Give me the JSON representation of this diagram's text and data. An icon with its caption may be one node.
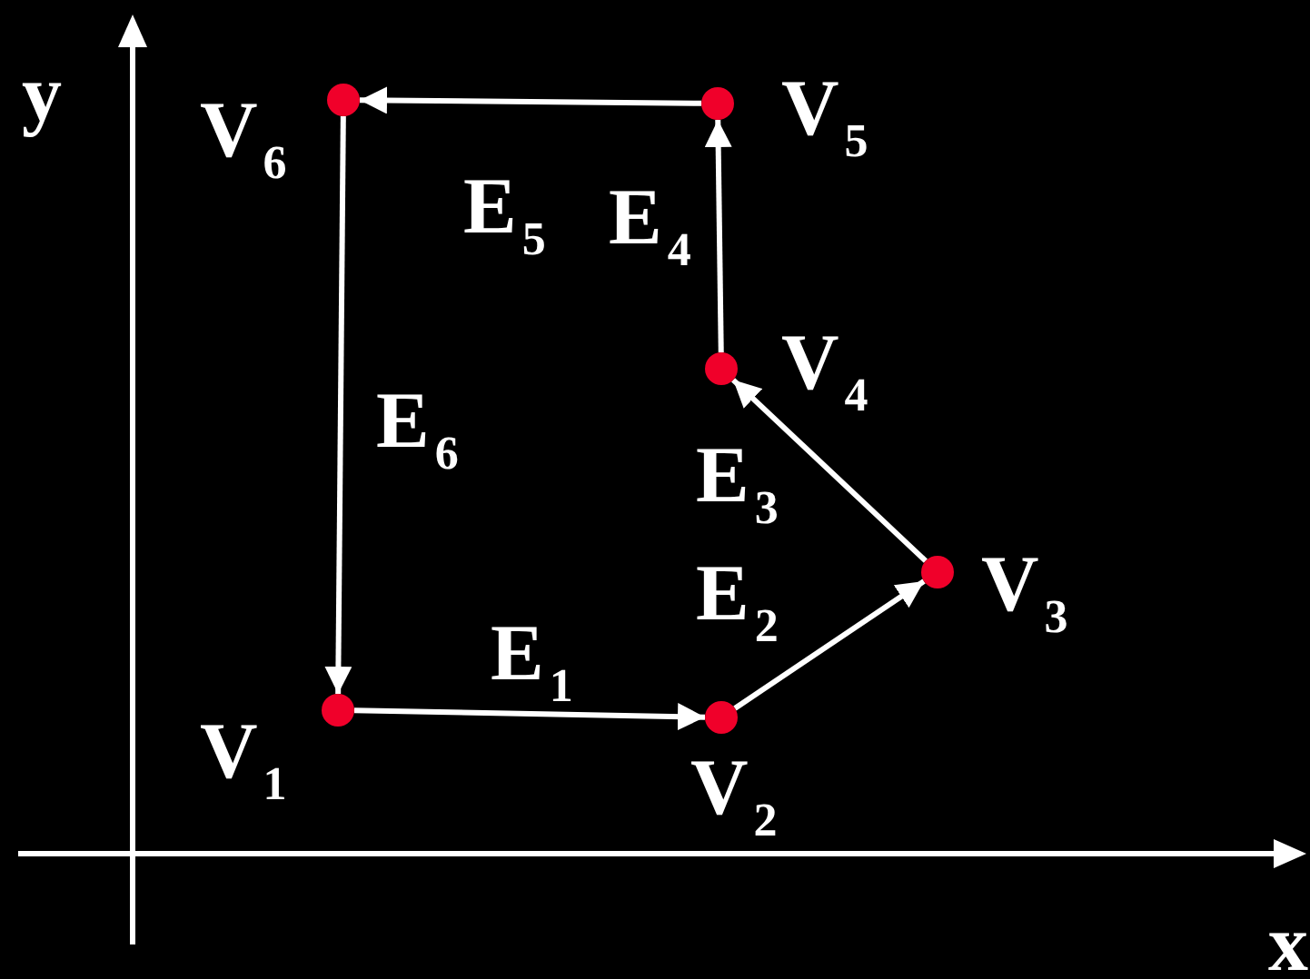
{
  "diagram": {
    "nodes": [
      {
        "text": [],
        "shape": "circle",
        "beside": [
          "V$_{1}$"
        ]
      },
      {
        "text": [],
        "shape": "circle",
        "beside": [
          "V$_{2}$"
        ]
      },
      {
        "text": [],
        "shape": "circle",
        "beside": [
          "V$_{3}$"
        ]
      },
      {
        "text": [],
        "shape": "circle",
        "beside": [
          "V$_{4}$"
        ]
      },
      {
        "text": [],
        "shape": "circle",
        "beside": [
          "V$_{5}$"
        ]
      },
      {
        "text": [],
        "shape": "circle",
        "beside": [
          "V$_{6}$"
        ]
      }
    ],
    "edges": [
      {
        "from": 0,
        "to": 1,
        "arrow": "to",
        "label": "E$_{1}$"
      },
      {
        "from": 1,
        "to": 2,
        "arrow": "to",
        "label": "E$_{2}$"
      },
      {
        "from": 2,
        "to": 3,
        "arrow": "to",
        "label": "E$_{3}$"
      },
      {
        "from": 3,
        "to": 4,
        "arrow": "to",
        "label": "E$_{4}$"
      },
      {
        "from": 4,
        "to": 5,
        "arrow": "to",
        "label": "E$_{5}$"
      },
      {
        "from": 5,
        "to": 0,
        "arrow": "to",
        "label": "E$_{6}$"
      }
    ],
    "labels": [
      "y",
      "x"
    ]
  }
}
